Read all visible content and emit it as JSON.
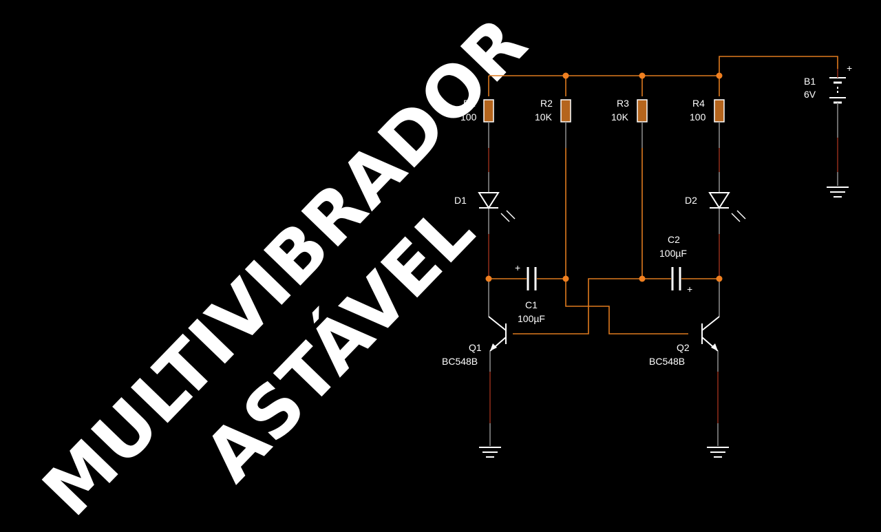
{
  "title": {
    "line1": "MULTIVIBRADOR",
    "line2": "ASTÁVEL"
  },
  "components": {
    "R1": {
      "ref": "R1",
      "value": "100"
    },
    "R2": {
      "ref": "R2",
      "value": "10K"
    },
    "R3": {
      "ref": "R3",
      "value": "10K"
    },
    "R4": {
      "ref": "R4",
      "value": "100"
    },
    "D1": {
      "ref": "D1"
    },
    "D2": {
      "ref": "D2"
    },
    "C1": {
      "ref": "C1",
      "value": "100µF",
      "polarity": "+"
    },
    "C2": {
      "ref": "C2",
      "value": "100µF",
      "polarity": "+"
    },
    "Q1": {
      "ref": "Q1",
      "value": "BC548B"
    },
    "Q2": {
      "ref": "Q2",
      "value": "BC548B"
    },
    "B1": {
      "ref": "B1",
      "value": "6V",
      "polarity": "+"
    }
  },
  "colors": {
    "background": "#000000",
    "wire": "#e07a1f",
    "junction": "#f08020",
    "resistor": "#b5651d",
    "text": "#ffffff"
  }
}
